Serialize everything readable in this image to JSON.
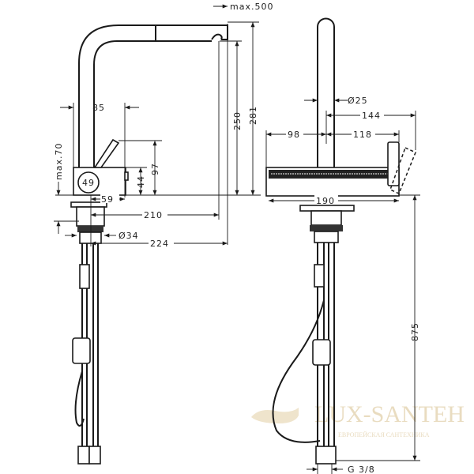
{
  "left_view": {
    "dims": {
      "reach_max": "max.500",
      "height_281": "281",
      "height_250": "250",
      "width_85": "85",
      "lever_max": "max.70",
      "height_97": "97",
      "height_44": "44",
      "diameter_49": "49",
      "offset_59": "59",
      "reach_210": "210",
      "diameter_34": "Ø34",
      "reach_224": "224"
    }
  },
  "right_view": {
    "dims": {
      "diameter_25": "Ø25",
      "width_144": "144",
      "width_98": "98",
      "width_118": "118",
      "width_190": "190",
      "hose_875": "875",
      "thread": "G 3/8"
    }
  },
  "watermark": {
    "brand": "LUX-SANTEH",
    "tagline": "ЕВРОПЕЙСКАЯ САНТЕХНИКА"
  }
}
